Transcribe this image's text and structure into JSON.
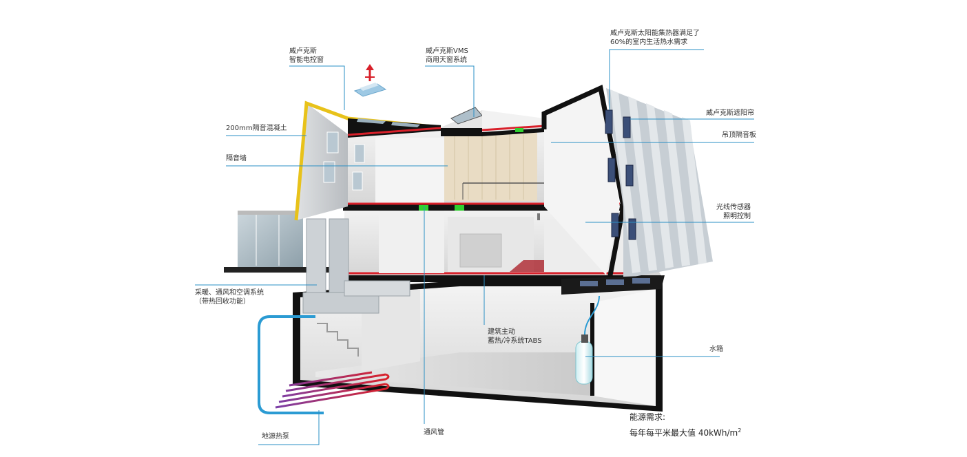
{
  "labels": {
    "smart_window": [
      "威卢克斯",
      "智能电控窗"
    ],
    "vms_skylight": [
      "威卢克斯VMS",
      "商用天窗系统"
    ],
    "solar_collector": [
      "威卢克斯太阳能集热器满足了",
      "60%的室内生活热水需求"
    ],
    "concrete": "200mm隔音混凝土",
    "sound_wall": "隔音墙",
    "sunshade": "威卢克斯遮阳帘",
    "ceiling_panel": "吊顶隔音板",
    "light_sensor": [
      "光线传感器",
      "照明控制"
    ],
    "hvac": [
      "采暖、通风和空调系统",
      "（带热回收功能）"
    ],
    "tabs": [
      "建筑主动",
      "蓄热/冷系统TABS"
    ],
    "water_tank": "水箱",
    "ground_heat_pump": "地源热泵",
    "vent_pipe": "通风管"
  },
  "energy": {
    "title": "能源需求:",
    "line": "每年每平米最大值 40kWh/m",
    "sup": "2"
  },
  "colors": {
    "leader": "#2a8fc4",
    "slab_red": "#d8202a",
    "accent_green": "#2fd02f",
    "roof_yellow": "#e8c21a",
    "pipe_blue": "#2b9bd3",
    "frame": "#111111"
  }
}
